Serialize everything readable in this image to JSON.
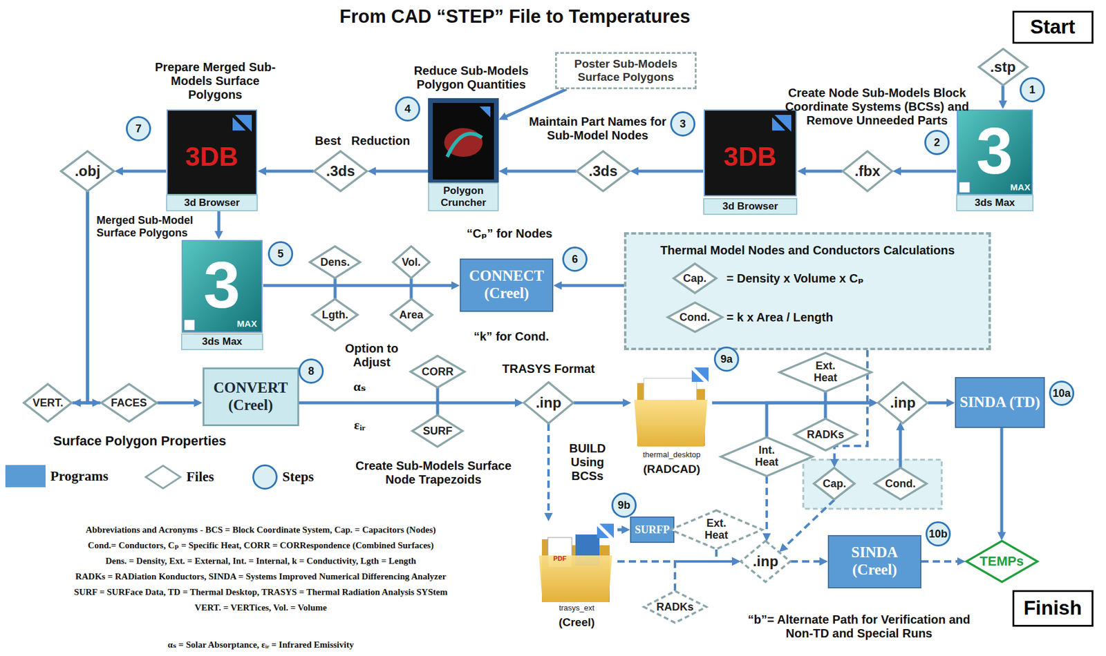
{
  "diagram": {
    "title": "From CAD “STEP” File to Temperatures",
    "nodes": [
      {
        "text": [
          "Start"
        ]
      },
      {
        "text": [
          ".stp"
        ]
      },
      {
        "text": [
          "3ds Max"
        ]
      },
      {
        "text": [
          ".fbx"
        ]
      },
      {
        "text": [
          "3d Browser"
        ]
      },
      {
        "text": [
          ".3ds"
        ]
      },
      {
        "text": [
          "Poster Sub-Models Surface Polygons"
        ]
      },
      {
        "text": [
          "Polygon Cruncher"
        ]
      },
      {
        "text": [
          ".3ds"
        ]
      },
      {
        "text": [
          "3d Browser"
        ]
      },
      {
        "text": [
          ".obj"
        ]
      },
      {
        "text": [
          "3ds Max"
        ]
      },
      {
        "text": [
          "Dens."
        ]
      },
      {
        "text": [
          "Lgth."
        ]
      },
      {
        "text": [
          "Vol."
        ]
      },
      {
        "text": [
          "Area"
        ]
      },
      {
        "text": [
          "CONNECT (Creel)"
        ]
      },
      {
        "text": [
          "Thermal Model Nodes and Conductors Calculations",
          "= Density x Volume x Cₚ",
          "= k x Area / Length"
        ]
      },
      {
        "text": [
          "Cap."
        ],
        "in": 17
      },
      {
        "text": [
          "Cond."
        ],
        "in": 17
      },
      {
        "text": [
          "VERT."
        ]
      },
      {
        "text": [
          "FACES"
        ]
      },
      {
        "text": [
          "CONVERT (Creel)"
        ]
      },
      {
        "text": [
          "CORR"
        ]
      },
      {
        "text": [
          "SURF"
        ]
      },
      {
        "text": [
          ".inp"
        ]
      },
      {
        "text": [
          "thermal_desktop",
          "(RADCAD)"
        ]
      },
      {
        "text": [
          "Ext. Heat"
        ]
      },
      {
        "text": [
          "RADKs"
        ]
      },
      {
        "text": [
          "Int. Heat"
        ]
      },
      {
        "text": [
          ".inp"
        ]
      },
      {
        "text": [
          "SINDA (TD)"
        ]
      },
      {
        "text": [
          "Cap."
        ]
      },
      {
        "text": [
          "Cond."
        ]
      },
      {
        "text": [
          "trasys_ext",
          "(Creel)"
        ]
      },
      {
        "text": [
          "SURFP"
        ]
      },
      {
        "text": [
          "Ext. Heat"
        ]
      },
      {
        "text": [
          ".inp"
        ]
      },
      {
        "text": [
          "RADKs"
        ]
      },
      {
        "text": [
          "SINDA (Creel)"
        ]
      },
      {
        "text": [
          "TEMPs"
        ]
      },
      {
        "text": [
          "Finish"
        ]
      }
    ],
    "edges": [
      {
        "from": 1,
        "to": 2,
        "arrow": "to"
      },
      {
        "from": 2,
        "to": 3,
        "arrow": "to"
      },
      {
        "from": 3,
        "to": 4,
        "arrow": "to"
      },
      {
        "from": 4,
        "to": 5,
        "arrow": "to"
      },
      {
        "from": 5,
        "to": 7,
        "arrow": "to"
      },
      {
        "from": 6,
        "to": 7,
        "arrow": "to"
      },
      {
        "from": 7,
        "to": 8,
        "arrow": "to"
      },
      {
        "from": 8,
        "to": 9,
        "arrow": "to"
      },
      {
        "from": 9,
        "to": 10,
        "arrow": "to"
      },
      {
        "from": 9,
        "to": 11,
        "arrow": "to"
      },
      {
        "from": 10,
        "to": 20,
        "arrow": "to"
      },
      {
        "from": 10,
        "to": 21,
        "arrow": "to"
      },
      {
        "from": 20,
        "to": 21,
        "arrow": "none"
      },
      {
        "from": 21,
        "to": 22,
        "arrow": "to"
      },
      {
        "from": 11,
        "to": 16,
        "arrow": "to"
      },
      {
        "from": 12,
        "to": 13,
        "arrow": "none"
      },
      {
        "from": 14,
        "to": 15,
        "arrow": "none"
      },
      {
        "from": 17,
        "to": 16,
        "arrow": "to"
      },
      {
        "from": 22,
        "to": 25,
        "arrow": "to"
      },
      {
        "from": 23,
        "to": 24,
        "arrow": "none"
      },
      {
        "from": 25,
        "to": 26,
        "arrow": "to"
      },
      {
        "from": 26,
        "to": 30,
        "arrow": "to"
      },
      {
        "from": 27,
        "to": 28,
        "arrow": "none"
      },
      {
        "from": 29,
        "to": 30,
        "arrow": "to"
      },
      {
        "from": 33,
        "to": 30,
        "arrow": "to"
      },
      {
        "from": 17,
        "to": 32,
        "arrow": "to"
      },
      {
        "from": 30,
        "to": 31,
        "arrow": "to"
      },
      {
        "from": 31,
        "to": 40,
        "arrow": "to"
      },
      {
        "from": 25,
        "to": 34,
        "label": "BUILD Using BCSs",
        "arrow": "to"
      },
      {
        "from": 34,
        "to": 35,
        "arrow": "to"
      },
      {
        "from": 35,
        "to": 36,
        "arrow": "none"
      },
      {
        "from": 36,
        "to": 37,
        "arrow": "to"
      },
      {
        "from": 34,
        "to": 37,
        "arrow": "to"
      },
      {
        "from": 38,
        "to": 37,
        "arrow": "to"
      },
      {
        "from": 29,
        "to": 37,
        "arrow": "to"
      },
      {
        "from": 32,
        "to": 37,
        "arrow": "to"
      },
      {
        "from": 37,
        "to": 39,
        "arrow": "to"
      },
      {
        "from": 39,
        "to": 40,
        "arrow": "to"
      }
    ],
    "labels": [
      "1",
      "Create Node Sub-Models Block Coordinate Systems (BCSs) and Remove Unneeded Parts",
      "2",
      "3",
      "Maintain Part Names for Sub-Model Nodes",
      "4",
      "Reduce Sub-Models Polygon Quantities",
      "Best",
      "Reduction",
      "7",
      "Prepare Merged Sub-Models Surface Polygons",
      "Merged Sub-Model Surface Polygons",
      "5",
      "“Cₚ” for Nodes",
      "6",
      "“k” for Cond.",
      "8",
      "Option to Adjust",
      "αₛ",
      "εᵢᵣ",
      "TRASYS Format",
      "Create Sub-Models Surface Node Trapezoids",
      "9a",
      "10a",
      "9b",
      "10b",
      "Surface Polygon Properties",
      "Abbreviations and Acronyms - BCS = Block Coordinate System, Cap. = Capacitors (Nodes)",
      "Cond.= Conductors, Cₚ = Specific Heat, CORR = CORRespondence (Combined Surfaces)",
      "Dens. = Density, Ext. = External, Int. = Internal, k = Conductivity, Lgth = Length",
      "RADKs = RADiation Konductors, SINDA = Systems Improved Numerical Differencing Analyzer",
      "SURF = SURFace Data, TD = Thermal Desktop, TRASYS = Thermal Radiation Analysis SYStem",
      "VERT. = VERTices, Vol. = Volume",
      "αₛ = Solar Absorptance, εᵢᵣ = Infrared Emissivity",
      "“b”= Alternate Path for Verification and Non-TD and Special Runs",
      "3",
      "MAX",
      "3DB",
      "3DB",
      "3",
      "MAX",
      "PDF"
    ],
    "legend": [
      {
        "text": "Programs",
        "color": "#5b9bd5"
      },
      {
        "text": "Files"
      },
      {
        "text": "Steps"
      }
    ]
  }
}
